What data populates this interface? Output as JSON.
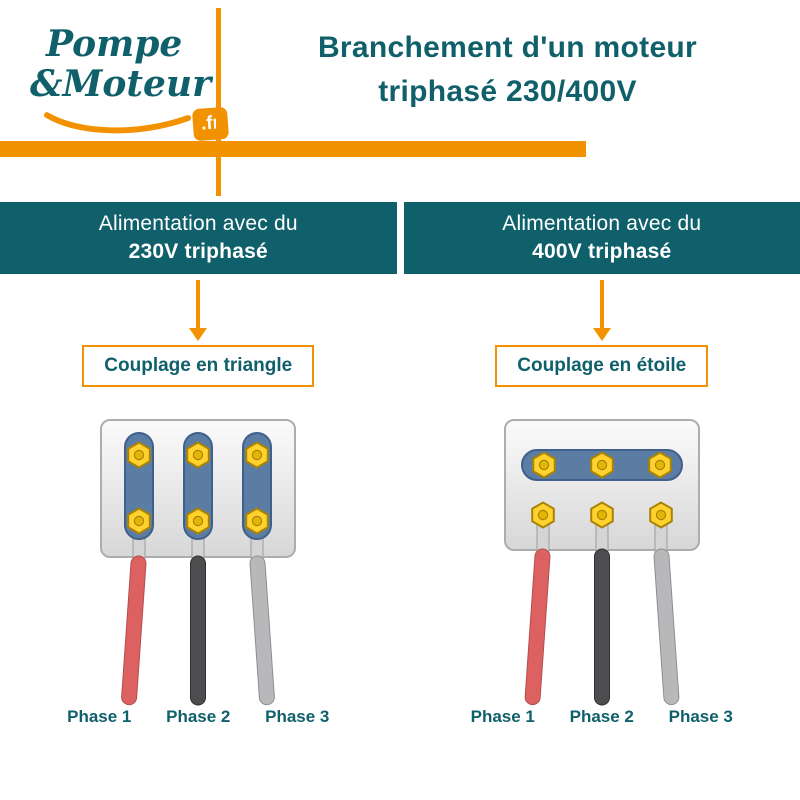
{
  "logo": {
    "pompe": "Pompe",
    "moteur": "&Moteur",
    "fr": ".fr"
  },
  "title": {
    "line1": "Branchement d'un moteur",
    "line2": "triphasé 230/400V"
  },
  "columns": [
    {
      "header_line1": "Alimentation avec du",
      "header_line2": "230V triphasé",
      "coupling_label": "Couplage en triangle",
      "coupling_type": "triangle",
      "phases": [
        "Phase 1",
        "Phase 2",
        "Phase 3"
      ]
    },
    {
      "header_line1": "Alimentation avec du",
      "header_line2": "400V triphasé",
      "coupling_label": "Couplage en étoile",
      "coupling_type": "étoile",
      "phases": [
        "Phase 1",
        "Phase 2",
        "Phase 3"
      ]
    }
  ],
  "colors": {
    "teal": "#10606b",
    "orange": "#f39200",
    "wire_phase1_red": "#dd6161",
    "wire_phase2_dark": "#4d4d4f",
    "wire_phase3_light": "#b8b8ba",
    "nut_yellow": "#ffd22e",
    "terminal_bar_blue": "#5b7da4"
  }
}
